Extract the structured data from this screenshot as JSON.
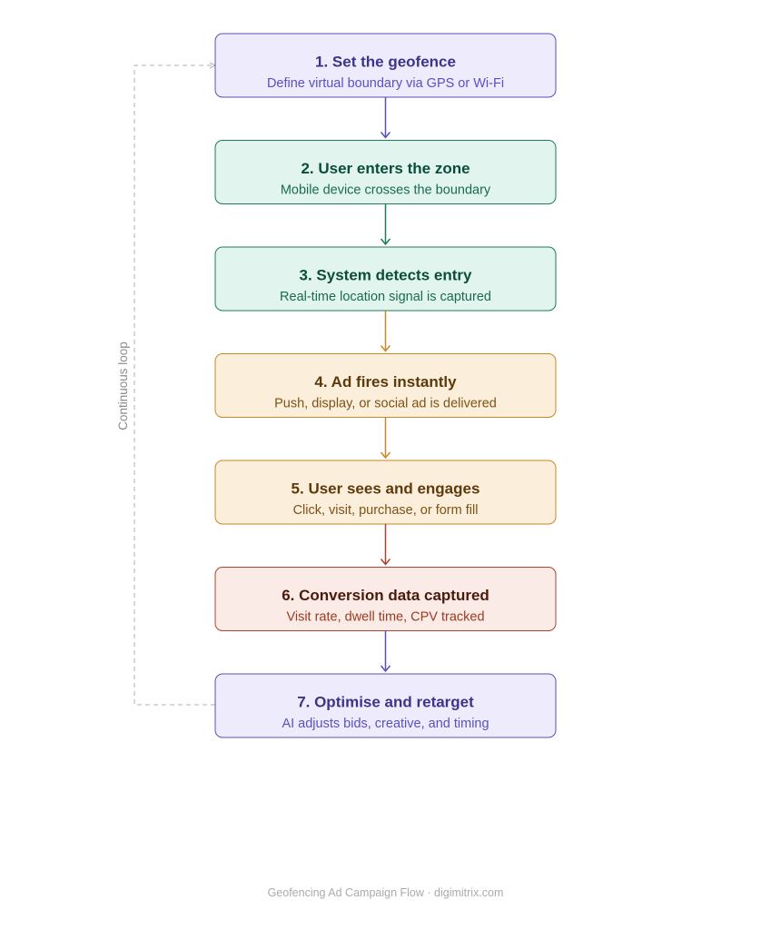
{
  "steps": [
    {
      "title": "1. Set the geofence",
      "subtitle": "Define virtual boundary via GPS or Wi-Fi",
      "fill": "#eeecfc",
      "stroke": "#5a50b4",
      "title_color": "#3c3489",
      "sub_color": "#5a50c0"
    },
    {
      "title": "2. User enters the zone",
      "subtitle": "Mobile device crosses the boundary",
      "fill": "#e1f5ee",
      "stroke": "#1e7a5c",
      "title_color": "#0b4d3a",
      "sub_color": "#1a6a50"
    },
    {
      "title": "3. System detects entry",
      "subtitle": "Real-time location signal is captured",
      "fill": "#e1f5ee",
      "stroke": "#1e7a5c",
      "title_color": "#0b4d3a",
      "sub_color": "#1a6a50"
    },
    {
      "title": "4. Ad fires instantly",
      "subtitle": "Push, display, or social ad is delivered",
      "fill": "#fbeeda",
      "stroke": "#c58a2a",
      "title_color": "#5c3a0c",
      "sub_color": "#7d5216"
    },
    {
      "title": "5. User sees and engages",
      "subtitle": "Click, visit, purchase, or form fill",
      "fill": "#fbeeda",
      "stroke": "#c58a2a",
      "title_color": "#5c3a0c",
      "sub_color": "#7d5216"
    },
    {
      "title": "6. Conversion data captured",
      "subtitle": "Visit rate, dwell time, CPV tracked",
      "fill": "#fbebe6",
      "stroke": "#a8452c",
      "title_color": "#4a1a0c",
      "sub_color": "#9c3a20"
    },
    {
      "title": "7. Optimise and retarget",
      "subtitle": "AI adjusts bids, creative, and timing",
      "fill": "#eeecfc",
      "stroke": "#5a50b4",
      "title_color": "#3c3489",
      "sub_color": "#5a50c0"
    }
  ],
  "connector_colors": [
    "#5a50b4",
    "#1e7a5c",
    "#c58a2a",
    "#c58a2a",
    "#a8452c",
    "#5a50b4"
  ],
  "loop": {
    "label": "Continuous loop",
    "color": "#b0b0b0",
    "label_color": "#8a8a8a"
  },
  "footer": {
    "text": "Geofencing Ad Campaign Flow · digimitrix.com",
    "color": "#aaaaaa"
  }
}
